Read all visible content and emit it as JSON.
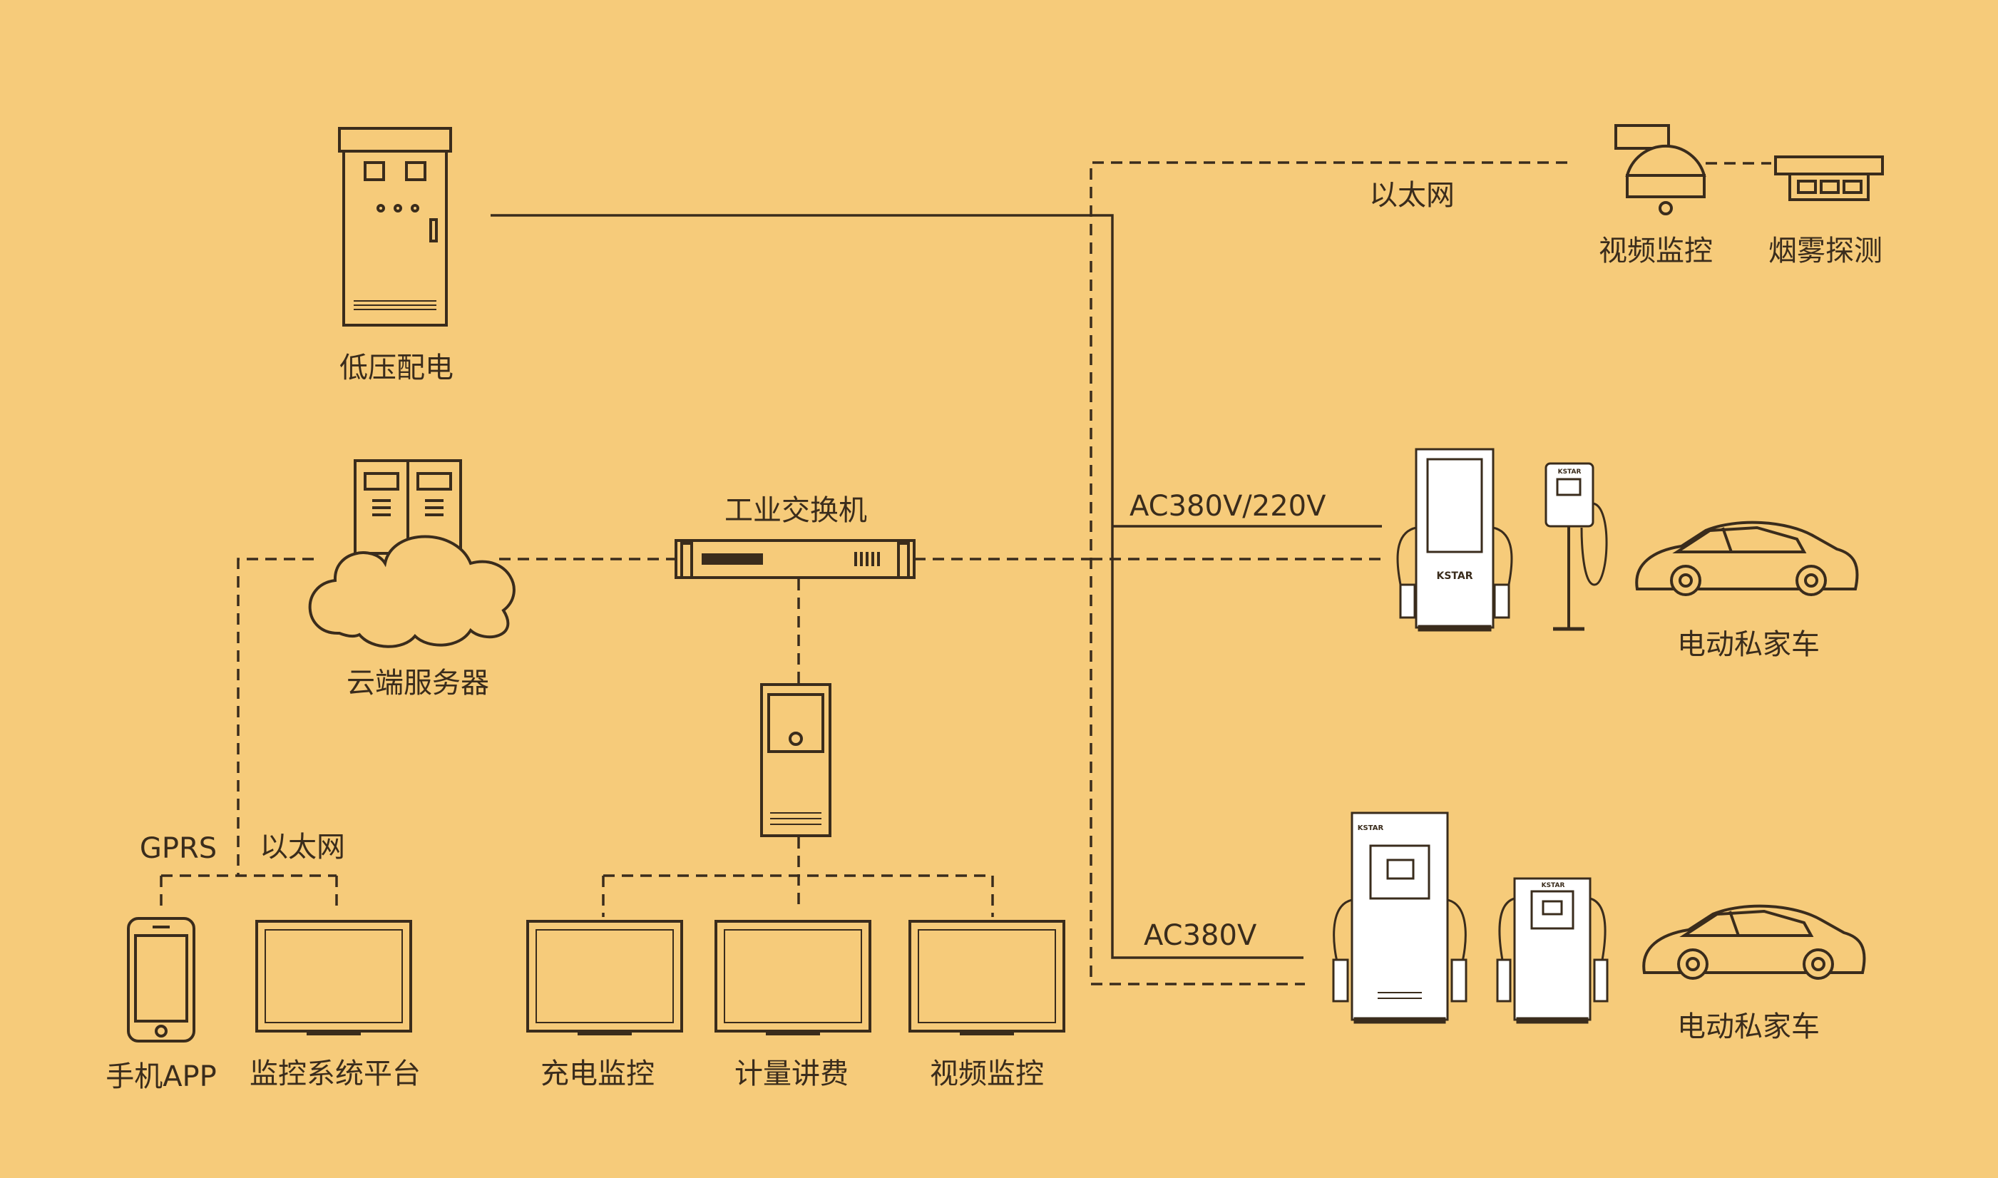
{
  "colors": {
    "background": "#F6CB7A",
    "line": "#3A2C1C",
    "device_fill": "#FFFFFF"
  },
  "devices": {
    "low_voltage": "低压配电",
    "cloud_server": "云端服务器",
    "switch": "工业交换机",
    "video_top": "视频监控",
    "smoke": "烟雾探测",
    "car_top": "电动私家车",
    "car_bottom": "电动私家车",
    "phone": "手机APP",
    "monitor_platform": "监控系统平台",
    "charge_monitor": "充电监控",
    "metering": "计量讲费",
    "video_bottom": "视频监控"
  },
  "links": {
    "ethernet_top": "以太网",
    "ac380_220": "AC380V/220V",
    "ac380": "AC380V",
    "gprs": "GPRS",
    "ethernet_bottom": "以太网"
  },
  "brand": {
    "charger": "KSTAR"
  }
}
